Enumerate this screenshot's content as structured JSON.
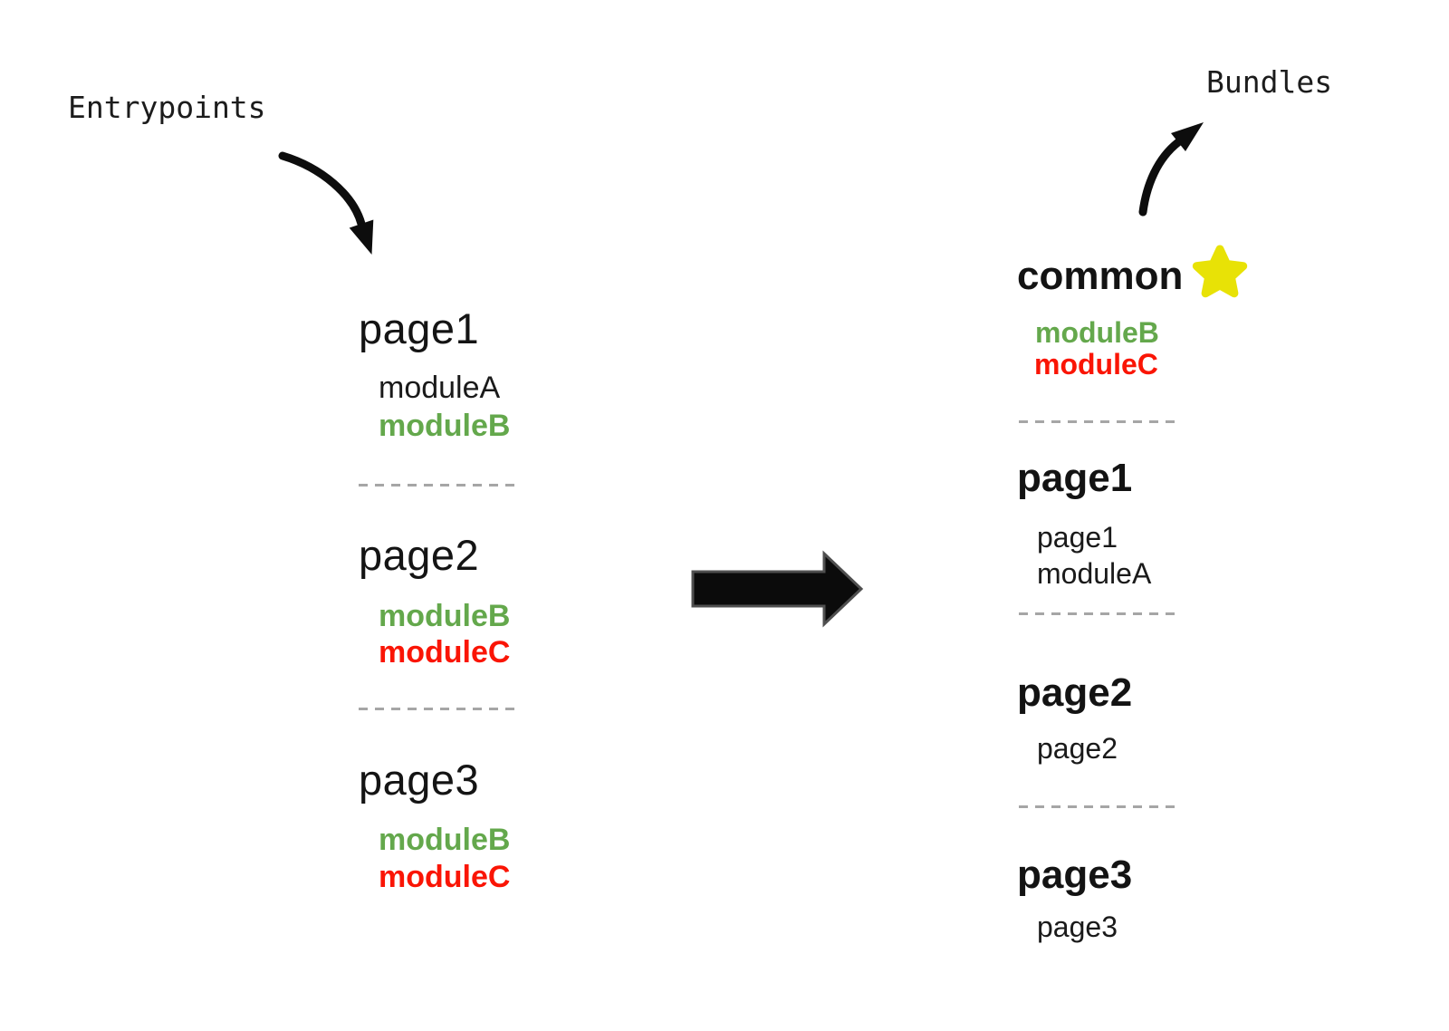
{
  "colors": {
    "green": "#64a84c",
    "red": "#fa1505",
    "star": "#e8e206",
    "ink": "#111111",
    "dash": "#a6a6a6",
    "arrow": "#0d0d0d"
  },
  "labels": {
    "entrypoints": "Entrypoints",
    "bundles": "Bundles"
  },
  "entrypoints": [
    {
      "name": "page1",
      "modules": [
        {
          "label": "moduleA"
        },
        {
          "label": "moduleB"
        }
      ]
    },
    {
      "name": "page2",
      "modules": [
        {
          "label": "moduleB"
        },
        {
          "label": "moduleC"
        }
      ]
    },
    {
      "name": "page3",
      "modules": [
        {
          "label": "moduleB"
        },
        {
          "label": "moduleC"
        }
      ]
    }
  ],
  "bundles": [
    {
      "name": "common",
      "starred": true,
      "modules": [
        {
          "label": "moduleB"
        },
        {
          "label": "moduleC"
        }
      ]
    },
    {
      "name": "page1",
      "starred": false,
      "modules": [
        {
          "label": "page1"
        },
        {
          "label": "moduleA"
        }
      ]
    },
    {
      "name": "page2",
      "starred": false,
      "modules": [
        {
          "label": "page2"
        }
      ]
    },
    {
      "name": "page3",
      "starred": false,
      "modules": [
        {
          "label": "page3"
        }
      ]
    }
  ]
}
